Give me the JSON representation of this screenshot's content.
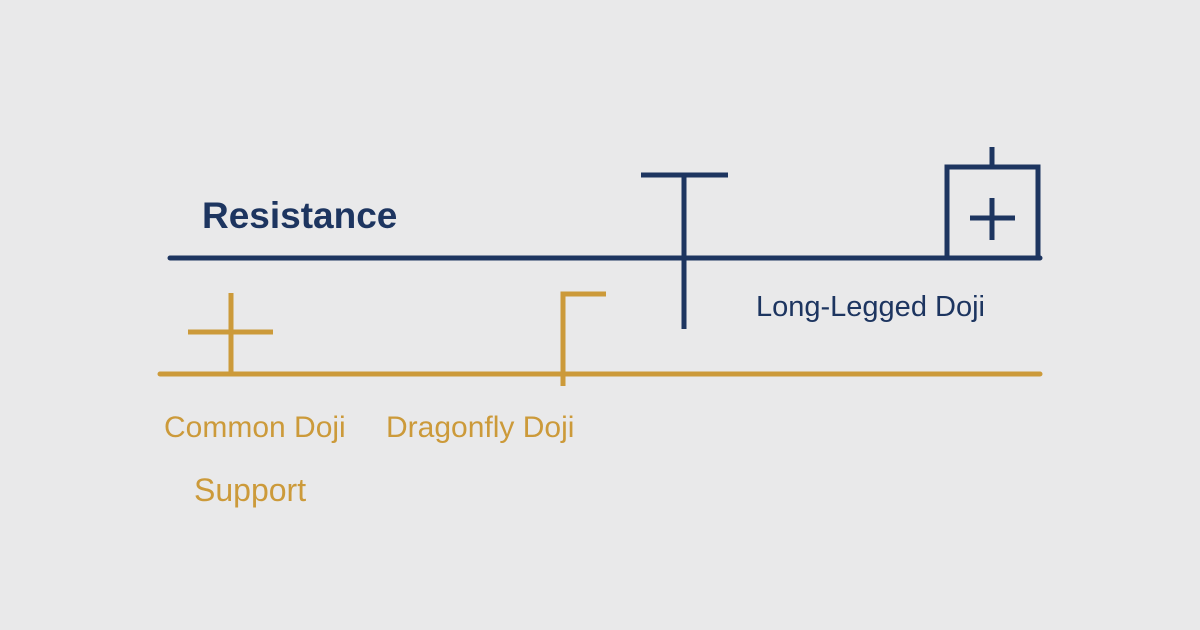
{
  "colors": {
    "background": "#e9e9ea",
    "resistance": "#1d3560",
    "support": "#cc9a3a"
  },
  "labels": {
    "resistance": "Resistance",
    "long_legged_doji": "Long-Legged Doji",
    "common_doji": "Common Doji",
    "dragonfly_doji": "Dragonfly Doji",
    "support": "Support"
  }
}
